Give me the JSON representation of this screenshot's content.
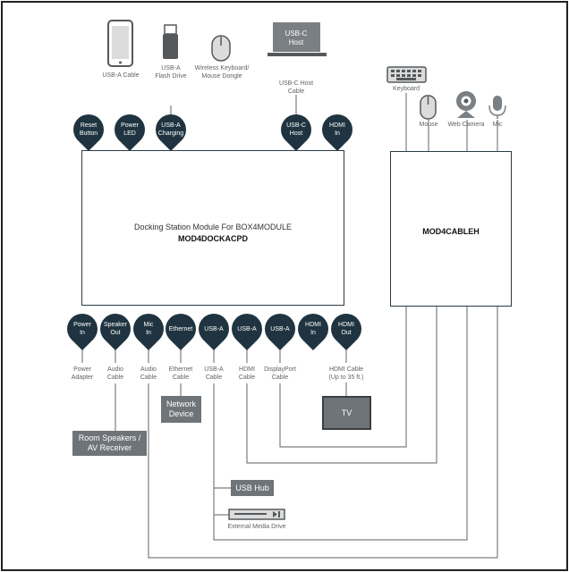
{
  "devices_top": {
    "phone_caption": "USB-A Cable",
    "flash_caption": [
      "USB-A",
      "Flash Drive"
    ],
    "dongle_caption": [
      "Wireless Keyboard/",
      "Mouse Dongle"
    ],
    "laptop_screen": [
      "USB-C",
      "Host"
    ],
    "usbc_cable": [
      "USB-C Host",
      "Cable"
    ]
  },
  "devices_right": {
    "keyboard": "Keyboard",
    "mouse": "Mouse",
    "webcam": "Web Camera",
    "mic": "Mic"
  },
  "top_pins": {
    "reset": [
      "Reset",
      "Button"
    ],
    "power_led": [
      "Power",
      "LED"
    ],
    "usba_charging": [
      "USB-A",
      "Charging"
    ],
    "usbc_host": [
      "USB-C",
      "Host"
    ],
    "hdmi_in": [
      "HDMI",
      "In"
    ]
  },
  "dock": {
    "title": "Docking Station Module For BOX4MODULE",
    "model": "MOD4DOCKACPD"
  },
  "cable_module": {
    "model": "MOD4CABLEH"
  },
  "bottom_pins": {
    "power_in": [
      "Power",
      "In"
    ],
    "speaker_out": [
      "Speaker",
      "Out"
    ],
    "mic_in": [
      "Mic",
      "In"
    ],
    "ethernet": [
      "Ethernet"
    ],
    "usba_1": [
      "USB-A"
    ],
    "usba_2": [
      "USB-A"
    ],
    "usba_3": [
      "USB-A"
    ],
    "hdmi_in": [
      "HDMI",
      "In"
    ],
    "hdmi_out": [
      "HDMI",
      "Out"
    ]
  },
  "cables": {
    "power": [
      "Power",
      "Adapter"
    ],
    "audio1": [
      "Audio",
      "Cable"
    ],
    "audio2": [
      "Audio",
      "Cable"
    ],
    "ethernet": [
      "Ethernet",
      "Cable"
    ],
    "usba": [
      "USB-A",
      "Cable"
    ],
    "hdmi": [
      "HDMI",
      "Cable"
    ],
    "displayport": [
      "DisplayPort",
      "Cable"
    ],
    "hdmi_long": [
      "HDMI Cable",
      "(Up to 35 ft.)"
    ]
  },
  "endpoints": {
    "network": [
      "Network",
      "Device"
    ],
    "speakers": [
      "Room Speakers /",
      "AV Receiver"
    ],
    "tv": "TV",
    "usb_hub": "USB Hub",
    "media_drive": "External Media Drive"
  },
  "colors": {
    "pin": "#1f3440",
    "line": "#6f7478",
    "gray_box": "#6f7478"
  }
}
